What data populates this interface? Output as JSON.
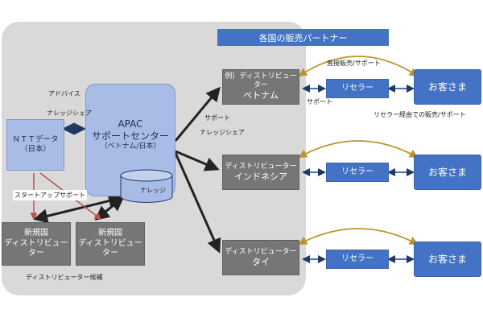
{
  "banner": "各国の販売パートナー",
  "support_center": {
    "line1": "APAC",
    "line2": "サポートセンター",
    "line3": "（ベトナム/日本）",
    "db_label": "ナレッジ"
  },
  "ntt": {
    "line1": "ＮＴＴデータ",
    "line2": "（日本）"
  },
  "new_country": {
    "line1": "新規国",
    "line2": "ディストリビューター"
  },
  "labels": {
    "advice": "アドバイス",
    "knowledge_share": "ナレッジシェア",
    "startup_support": "スタートアップサポート",
    "candidates": "ディストリビューター候補",
    "support_top": "サポート",
    "knowledge_share_right": "ナレッジシェア",
    "direct_sales": "直接販売/サポート",
    "support_small": "サポート",
    "via_reseller": "リセラー経由での販売/サポート"
  },
  "distributors": [
    {
      "line1": "例）ディストリビューター",
      "line2": "ベトナム"
    },
    {
      "line1": "ディストリビューター",
      "line2": "インドネシア"
    },
    {
      "line1": "ディストリビューター",
      "line2": "タイ"
    }
  ],
  "reseller": "リセラー",
  "customer": "お客さま",
  "colors": {
    "blue": "#4472c4",
    "light_blue": "#a9bce6",
    "gray": "#767676",
    "panel": "#d9d9d9",
    "gold": "#b8962e",
    "red": "#c0504d",
    "navy": "#1f3864"
  }
}
